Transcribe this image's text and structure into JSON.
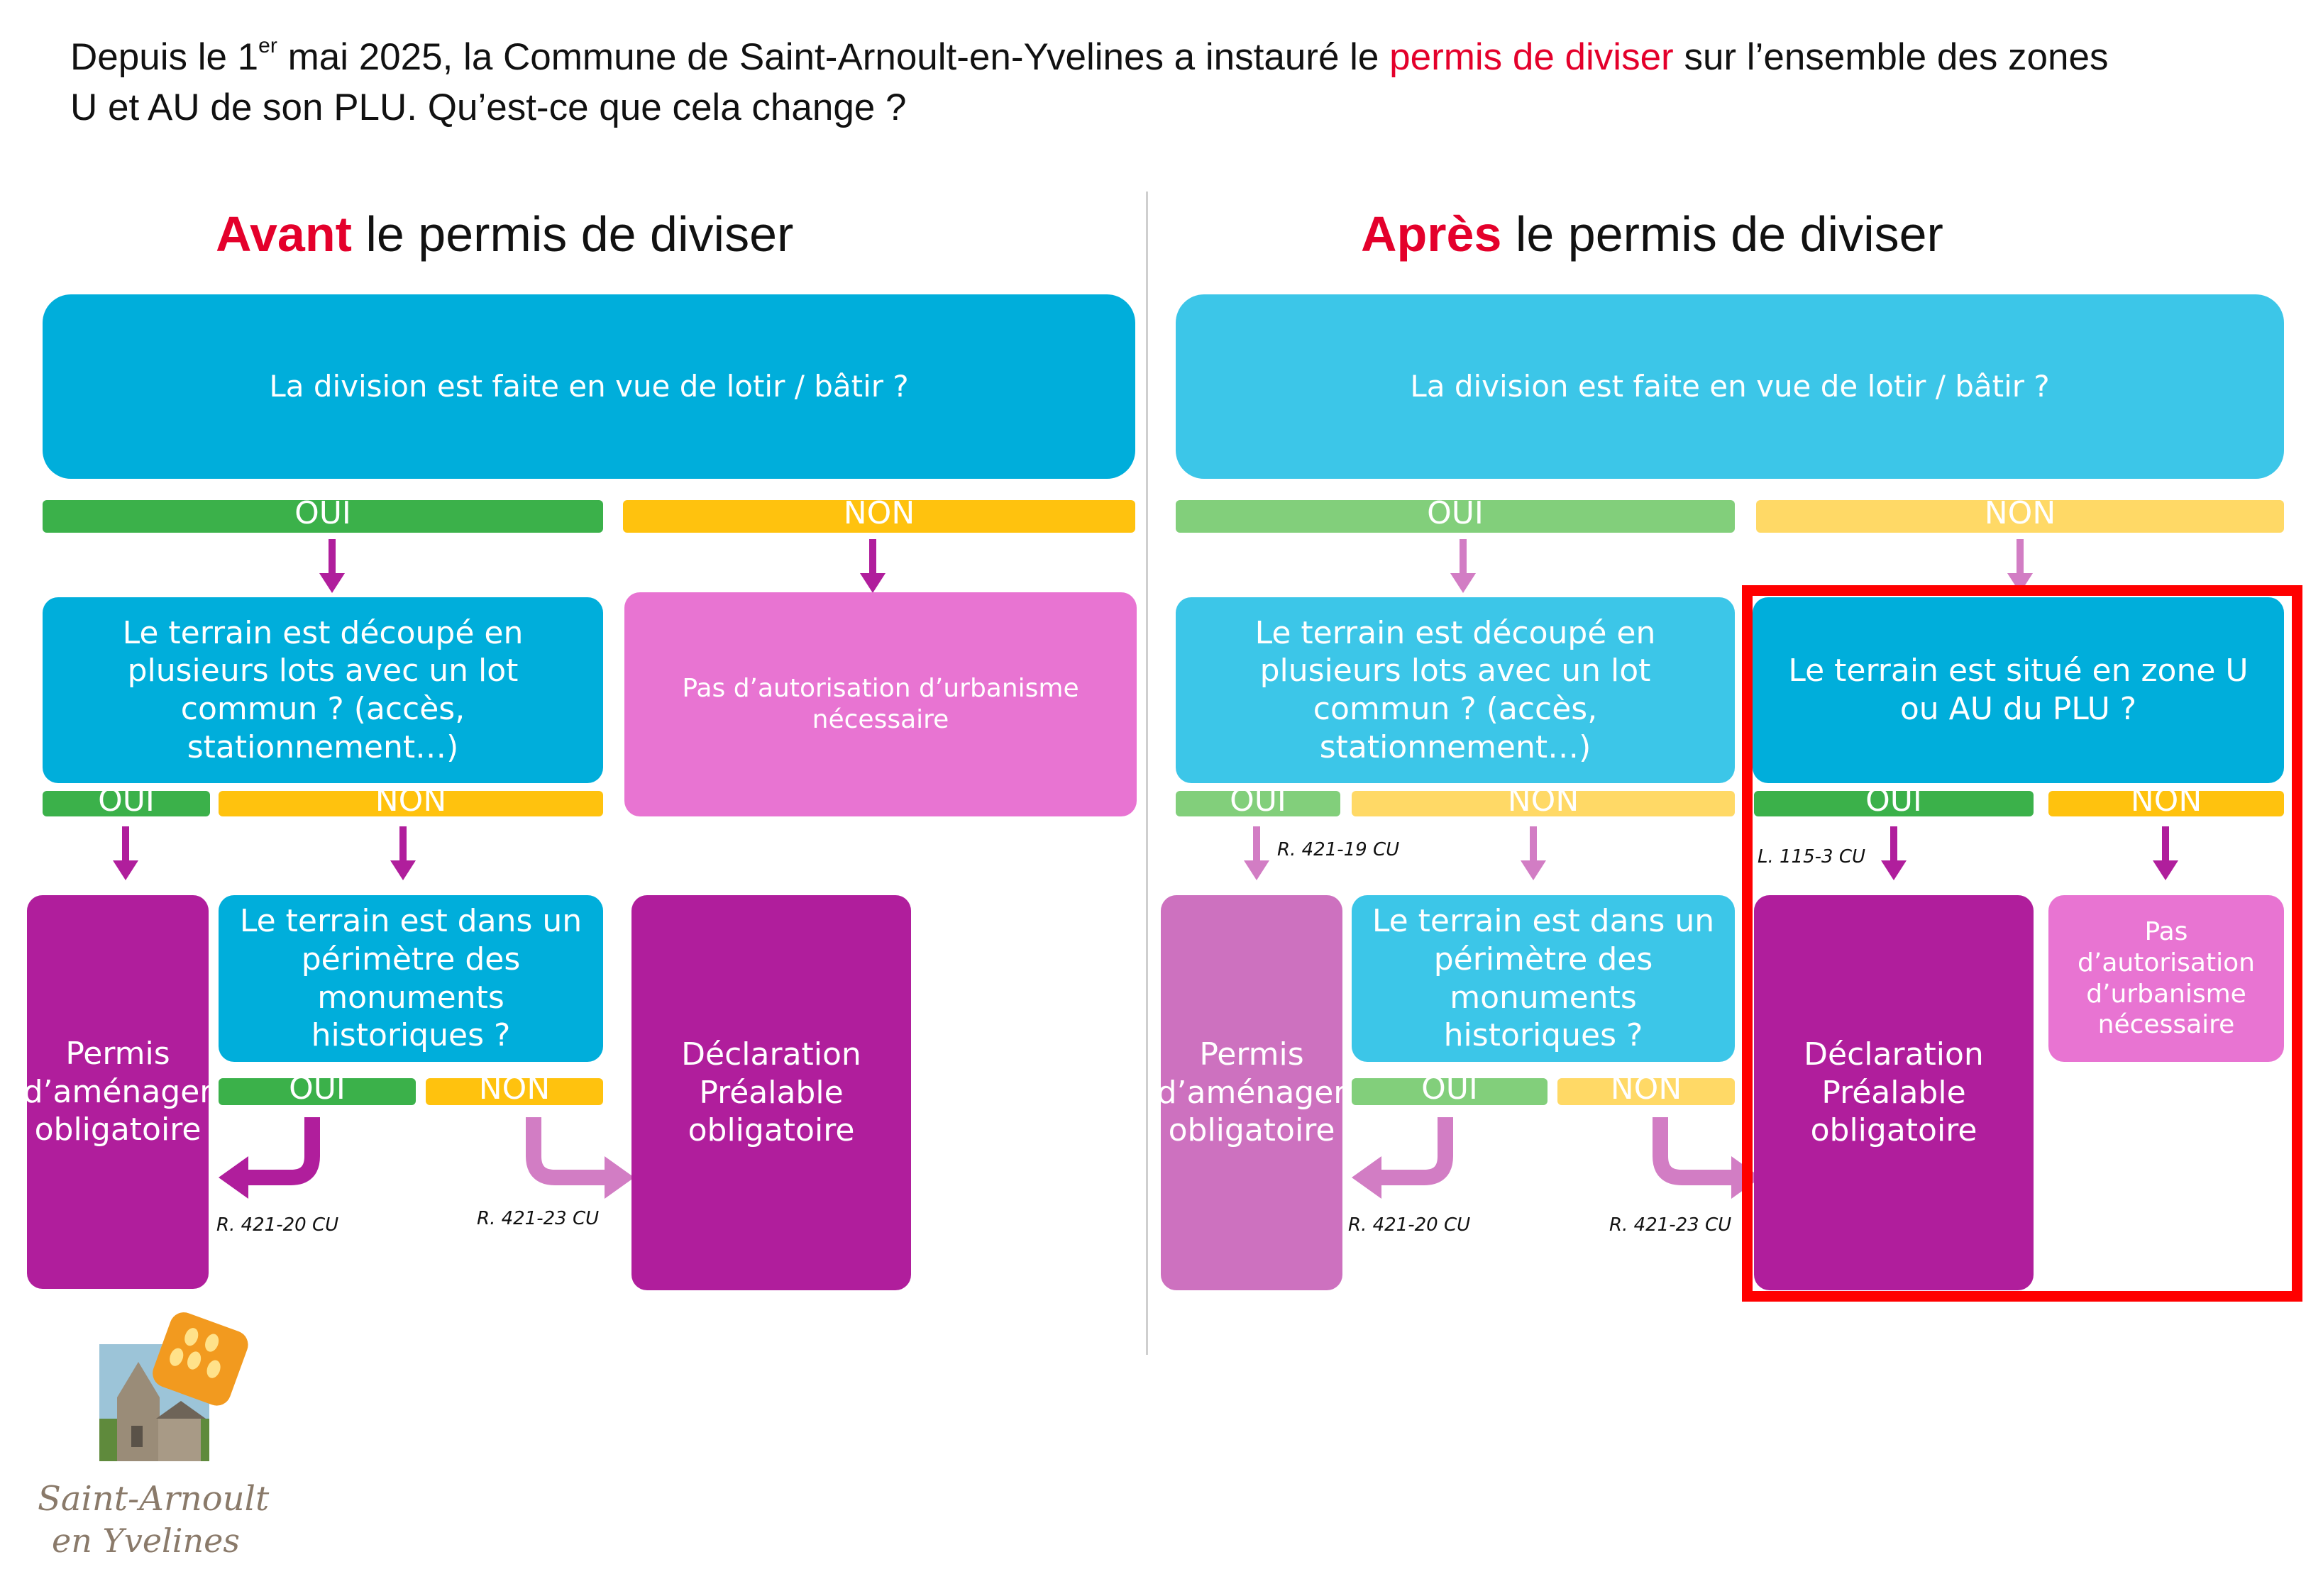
{
  "intro": {
    "line1_before": "Depuis le 1",
    "line1_sup": "er",
    "line1_mid": " mai 2025, la Commune de Saint-Arnoult-en-Yvelines a instauré le ",
    "highlight": "permis de diviser",
    "line1_after": " sur l’ensemble des zones",
    "line2": "U et AU de son PLU. Qu’est-ce que cela change ?"
  },
  "avant": {
    "title_keyword": "Avant",
    "title_rest": " le permis de diviser",
    "q1": "La division est faite en vue de lotir / bâtir ?",
    "oui1": "OUI",
    "non1": "NON",
    "q2": "Le terrain est découpé en plusieurs lots avec un lot commun ? (accès, stationnement…)",
    "no_auth": "Pas d’autorisation d’urbanisme nécessaire",
    "oui2": "OUI",
    "non2": "NON",
    "permis": "Permis d’aménager obligatoire",
    "q3": "Le terrain est dans un périmètre des monuments historiques ?",
    "oui3": "OUI",
    "non3": "NON",
    "ref_oui3": "R. 421-20 CU",
    "ref_non3": "R. 421-23 CU",
    "declaration": "Déclaration Préalable obligatoire"
  },
  "apres": {
    "title_keyword": "Après",
    "title_rest": " le permis de diviser",
    "q1": "La division est faite en vue de lotir / bâtir ?",
    "oui1": "OUI",
    "non1": "NON",
    "q2": "Le terrain est découpé en plusieurs lots avec un lot commun ? (accès, stationnement…)",
    "oui2": "OUI",
    "non2": "NON",
    "ref_oui2": "R. 421-19 CU",
    "permis": "Permis d’aménager obligatoire",
    "q3": "Le terrain est dans un périmètre des monuments historiques ?",
    "oui3": "OUI",
    "non3": "NON",
    "ref_oui3": "R. 421-20 CU",
    "ref_non3": "R. 421-23 CU",
    "zone_q": "Le terrain est situé en zone U ou AU du PLU ?",
    "oui_zone": "OUI",
    "non_zone": "NON",
    "ref_zone": "L. 115-3 CU",
    "declaration": "Déclaration Préalable obligatoire",
    "no_auth": "Pas d’autorisation d’urbanisme nécessaire"
  },
  "logo": {
    "line1": "Saint-Arnoult",
    "line2": "en Yvelines"
  },
  "colors": {
    "blue": "#00aedb",
    "light_blue": "#3cc6e8",
    "green": "#3bb14a",
    "light_green": "#82cf7b",
    "yellow": "#ffc20e",
    "light_yellow": "#ffd966",
    "purple": "#b01e9c",
    "light_purple": "#cd71bf",
    "pink": "#e874d2",
    "arrow_purple": "#b01e9c",
    "arrow_light": "#d27dc4",
    "highlight_red": "#ff0000"
  }
}
